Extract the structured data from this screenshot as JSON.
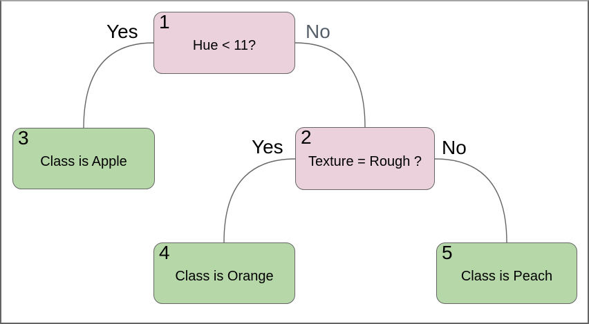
{
  "diagram": {
    "type": "decision-tree",
    "nodes": [
      {
        "id": "1",
        "label": "Hue < 11?",
        "kind": "decision"
      },
      {
        "id": "2",
        "label": "Texture = Rough ?",
        "kind": "decision"
      },
      {
        "id": "3",
        "label": "Class is Apple",
        "kind": "leaf"
      },
      {
        "id": "4",
        "label": "Class is Orange",
        "kind": "leaf"
      },
      {
        "id": "5",
        "label": "Class is Peach",
        "kind": "leaf"
      }
    ],
    "edges": [
      {
        "from": "1",
        "to": "3",
        "label": "Yes"
      },
      {
        "from": "1",
        "to": "2",
        "label": "No"
      },
      {
        "from": "2",
        "to": "4",
        "label": "Yes"
      },
      {
        "from": "2",
        "to": "5",
        "label": "No"
      }
    ],
    "colors": {
      "decision_fill": "#ead1dc",
      "leaf_fill": "#b6d7a8",
      "node_stroke": "#666666",
      "edge_stroke": "#666666",
      "edge_label_default": "#000000",
      "edge_label_muted": "#57606a"
    }
  }
}
